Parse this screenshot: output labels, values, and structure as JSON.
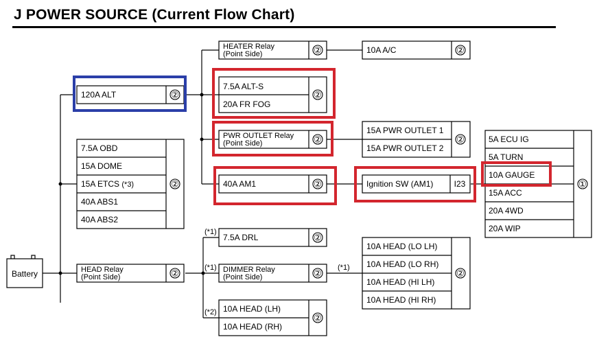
{
  "title": "J  POWER SOURCE (Current Flow Chart)",
  "battery": "Battery",
  "markers": {
    "c1": "①",
    "c2": "②",
    "i23": "I23",
    "n1": "(*1)",
    "n2": "(*2)",
    "n3": "(*3)"
  },
  "boxes": {
    "heater_relay": [
      "HEATER Relay",
      "(Point Side)"
    ],
    "ac": "10A A/C",
    "alt_120": "120A ALT",
    "alt_s": "7.5A ALT-S",
    "fr_fog": "20A FR FOG",
    "pwr_outlet_relay": [
      "PWR OUTLET Relay",
      "(Point Side)"
    ],
    "pwr_outlet_1": "15A PWR OUTLET 1",
    "pwr_outlet_2": "15A PWR OUTLET 2",
    "obd": "7.5A OBD",
    "dome": "15A DOME",
    "etcs": "15A ETCS",
    "abs1": "40A ABS1",
    "abs2": "40A ABS2",
    "am1": "40A AM1",
    "ign_sw": "Ignition SW (AM1)",
    "ecu_ig": "5A ECU IG",
    "turn": "5A TURN",
    "gauge": "10A GAUGE",
    "acc": "15A ACC",
    "fwd": "20A 4WD",
    "wip": "20A WIP",
    "head_relay": [
      "HEAD Relay",
      "(Point Side)"
    ],
    "drl": "7.5A DRL",
    "dimmer_relay": [
      "DIMMER Relay",
      "(Point Side)"
    ],
    "head_lh": "10A HEAD (LH)",
    "head_rh": "10A HEAD (RH)",
    "head_lo_lh": "10A HEAD (LO LH)",
    "head_lo_rh": "10A HEAD (LO RH)",
    "head_hi_lh": "10A HEAD (HI LH)",
    "head_hi_rh": "10A HEAD (HI RH)"
  },
  "colors": {
    "highlight_red": "#d3262e",
    "highlight_blue": "#2b3fa8"
  }
}
